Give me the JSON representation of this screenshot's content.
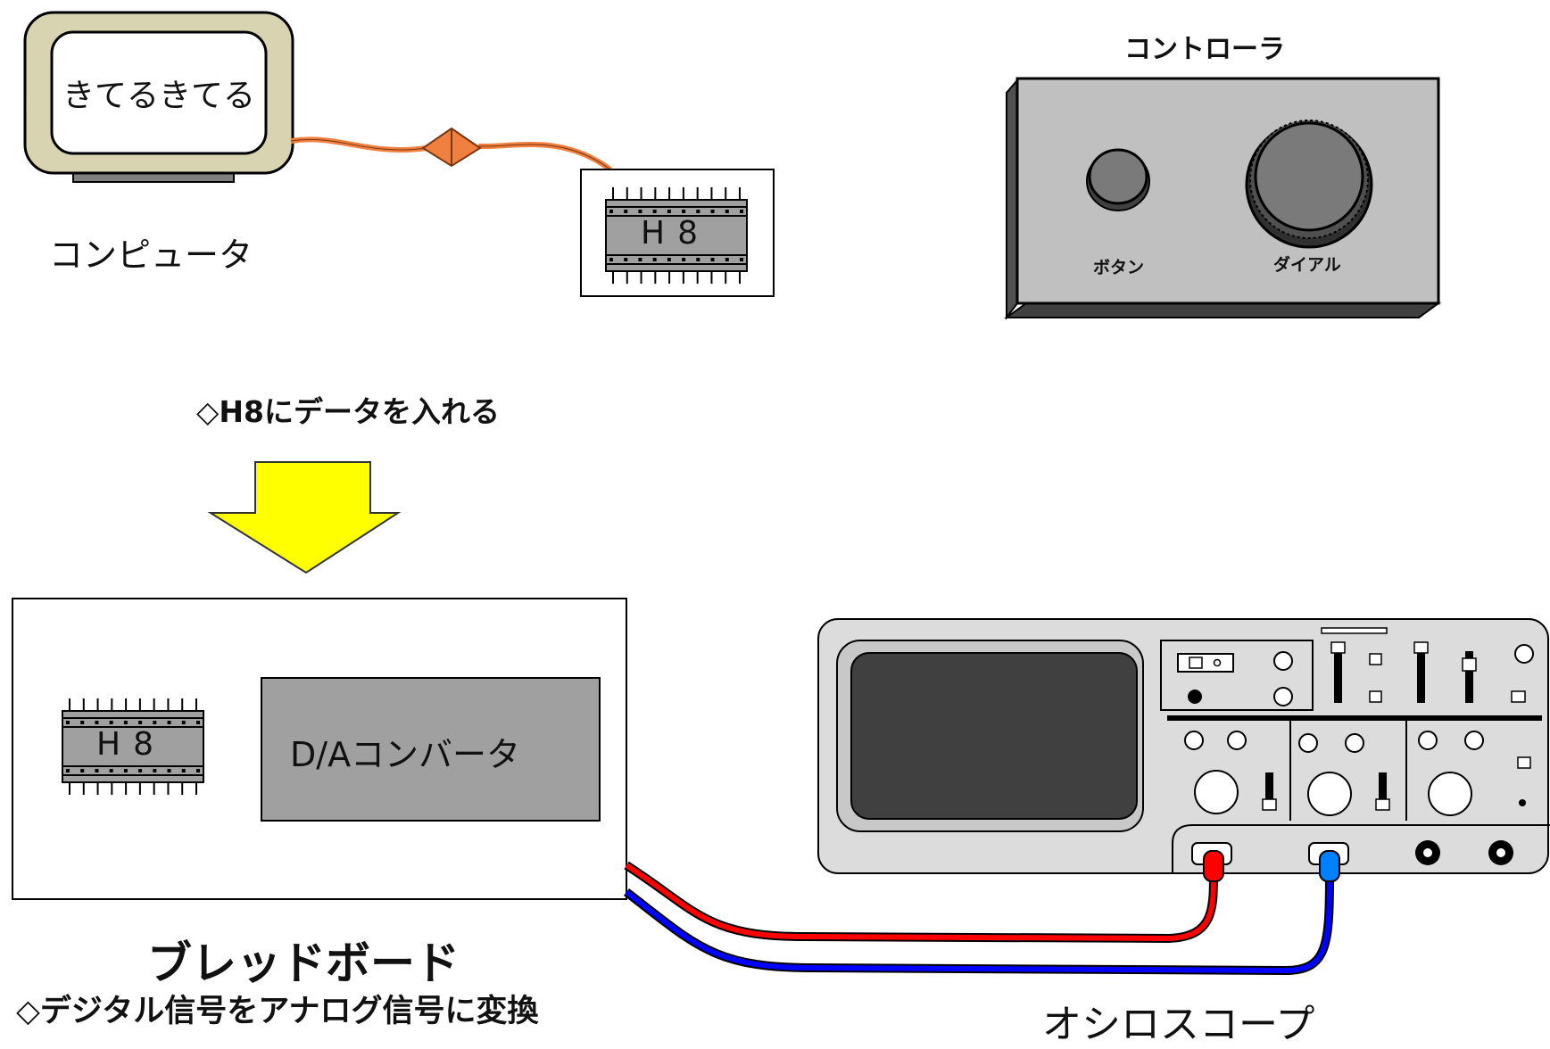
{
  "computer": {
    "screen_text": "きてるきてる",
    "label": "コンピュータ"
  },
  "h8_chip": {
    "label": "H8"
  },
  "controller": {
    "title": "コントローラ",
    "button_label": "ボタン",
    "dial_label": "ダイアル"
  },
  "step1": {
    "caption": "◇H8にデータを入れる"
  },
  "breadboard": {
    "h8_label": "H8",
    "da_converter_label": "D/Aコンバータ",
    "label": "ブレッドボード"
  },
  "step2": {
    "caption": "◇デジタル信号をアナログ信号に変換"
  },
  "oscilloscope": {
    "label": "オシロスコープ"
  },
  "colors": {
    "monitor": "#d8d3b0",
    "cable": "#f08040",
    "arrow": "#ffff00",
    "controller_panel": "#c0c0c0",
    "chip": "#a0a0a0",
    "red_wire": "#ff0000",
    "blue_wire": "#0000ff"
  }
}
